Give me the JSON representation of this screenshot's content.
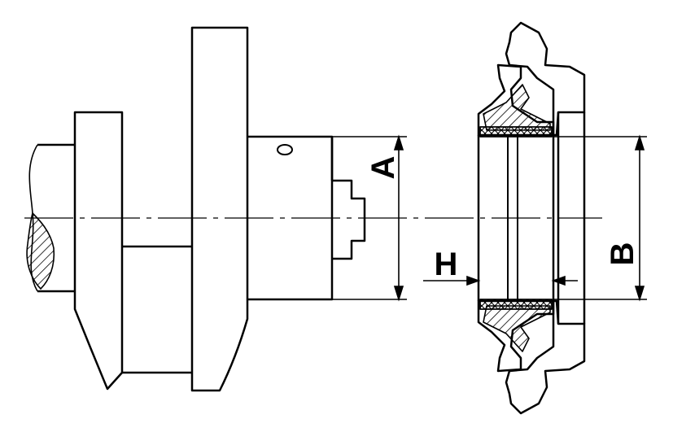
{
  "diagram": {
    "labels": {
      "a": "A",
      "b": "B",
      "h": "H"
    },
    "colors": {
      "line": "#000000",
      "background": "#ffffff"
    }
  }
}
